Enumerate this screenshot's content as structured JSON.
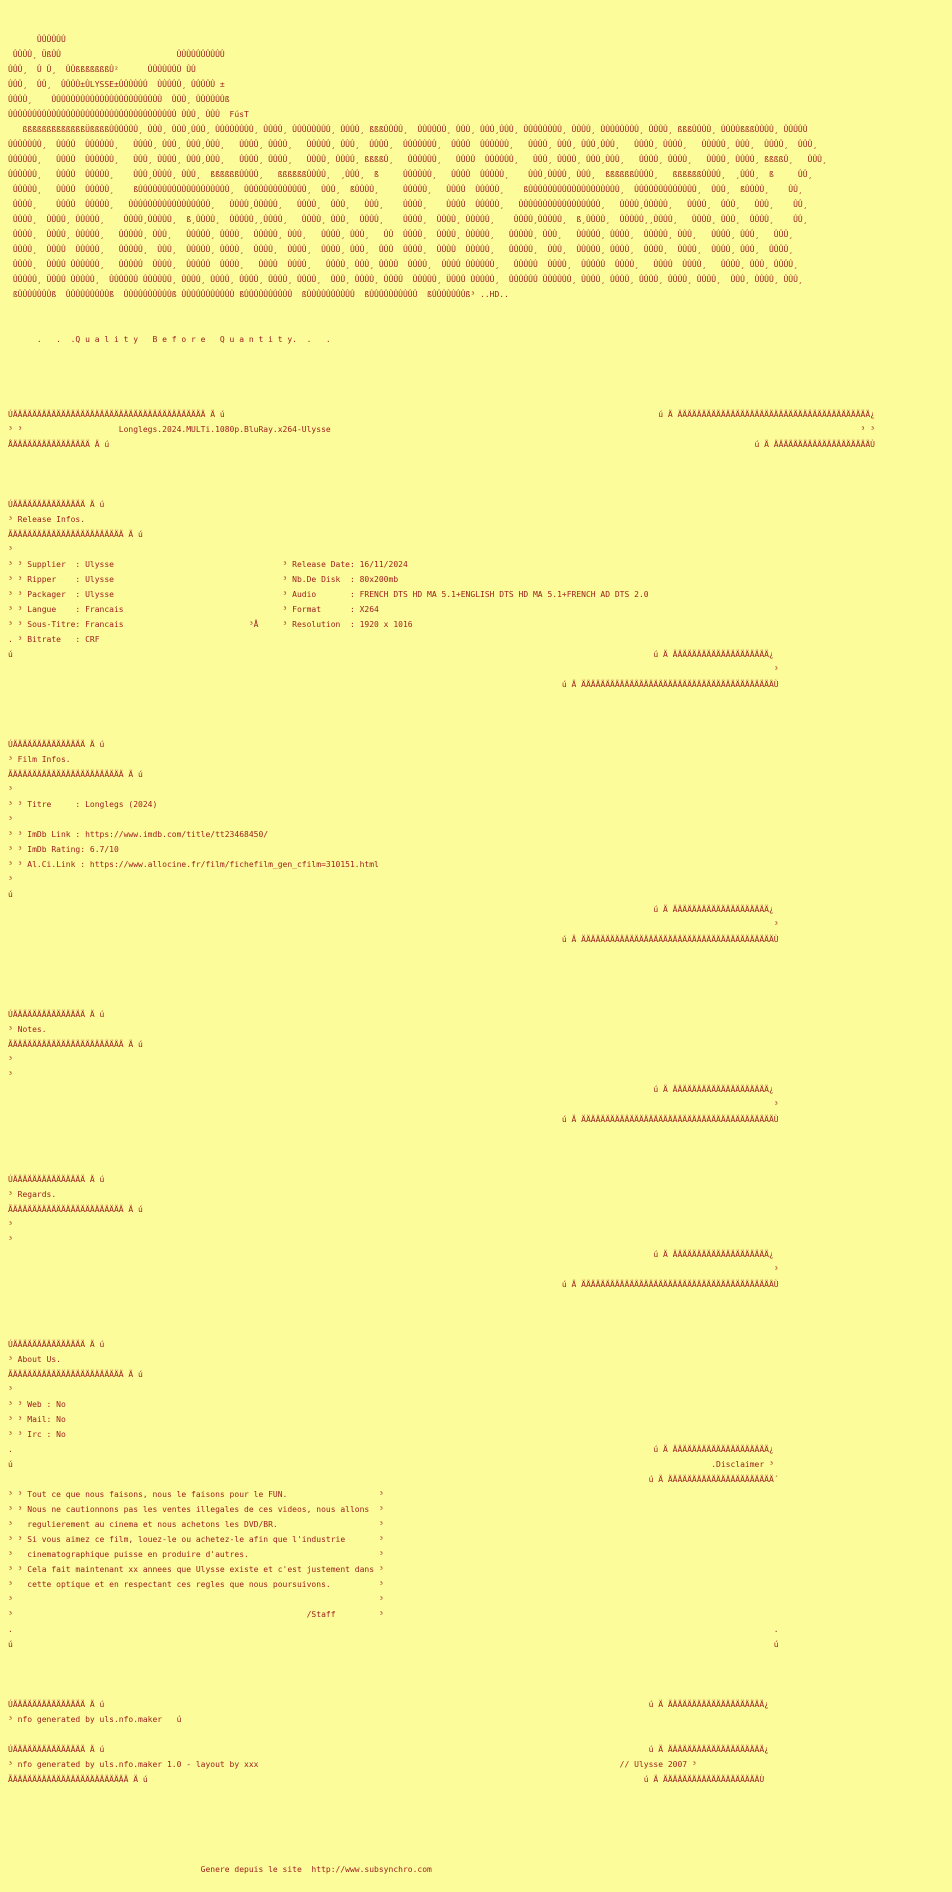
{
  "colors": {
    "background": "#FCFC9B",
    "text": "#9C1B1B"
  },
  "art": {
    "logo_lines": [
      "      ÛÛÛÛÛÛ",
      " ÛÛÛÛ¸ ÜßÛÛ                        ÛÛÛÛÛÛÛÛÛÛ",
      "ÛÛÛ¸  Û Û¸  ÛÛßßßßßßßÛ²      ÛÛÛÛÛÛÛ ÛÛ",
      "ÛÛÛ¸  ÛÛ¸  ÛÛÛÛ±ÛLYSSE±ÛÛÛÛÛÛ  ÛÛÛÛÛ¸ ÛÛÛÛÛ ±",
      "ÛÛÛÛ¸    ÛÛÛÛÛÛÛÛÛÛÛÛÛÛÛÛÛÛÛÛÛÛÛ  ÛÛÛ¸ ÛÛÛÛÛÛß",
      "ÛÛÛÛÛÛÛÛÛÛÛÛÛÛÛÛÛÛÛÛÛÛÛÛÛÛÛÛÛÛÛÛÛÛÛ ÛÛÛ¸ ÛÛÛ  FúsT",
      "   ßßßßßßßßßßßßßÜßßßßÛÛÛÛÛÛ¸ ÛÛÛ¸ ÛÛÛ¸ÛÛÛ¸ ÛÛÛÛÛÛÛÛ¸ ÛÛÛÛ¸ ÛÛÛÛÛÛÛÛ¸ ÛÛÛÛ¸ ßßßÛÛÛÛ¸  ÛÛÛÛÛÛ¸ ÛÛÛ¸ ÛÛÛ¸ÛÛÛ¸ ÛÛÛÛÛÛÛÛ¸ ÛÛÛÛ¸ ÛÛÛÛÛÛÛÛ¸ ÛÛÛÛ¸ ßßßÛÛÛÛ¸ ÛÛÛÛßßßÛÛÛÛ¸ ÛÛÛÛÛ",
      "ÛÛÛÛÛÛÛ¸  ÛÛÛÛ  ÛÛÛÛÛÛ¸   ÛÛÛÛ¸ ÛÛÛ¸ ÛÛÛ¸ÛÛÛ¸   ÛÛÛÛ¸ ÛÛÛÛ¸   ÛÛÛÛÛ¸ ÛÛÛ¸  ÛÛÛÛ¸  ÛÛÛÛÛÛÛ¸  ÛÛÛÛ  ÛÛÛÛÛÛ¸   ÛÛÛÛ¸ ÛÛÛ¸ ÛÛÛ¸ÛÛÛ¸   ÛÛÛÛ¸ ÛÛÛÛ¸   ÛÛÛÛÛ¸ ÛÛÛ¸  ÛÛÛÛ¸  ÛÛÛ¸",
      "ÛÛÛÛÛÛ¸   ÛÛÛÛ  ÛÛÛÛÛÛ¸   ÛÛÛ¸ ÛÛÛÛ¸ ÛÛÛ¸ÛÛÛ¸   ÛÛÛÛ¸ ÛÛÛÛ¸   ÛÛÛÛ¸ ÛÛÛÛ¸ ßßßßÛ¸   ÛÛÛÛÛÛ¸   ÛÛÛÛ  ÛÛÛÛÛÛ¸   ÛÛÛ¸ ÛÛÛÛ¸ ÛÛÛ¸ÛÛÛ¸   ÛÛÛÛ¸ ÛÛÛÛ¸   ÛÛÛÛ¸ ÛÛÛÛ¸ ßßßßÛ¸   ÛÛÛ¸",
      "ÛÛÛÛÛÛ¸   ÛÛÛÛ  ÛÛÛÛÛ¸    ÛÛÛ¸ÛÛÛÛ¸ ÛÛÛ¸  ßßßßßßÛÛÛÛ¸   ßßßßßßÛÛÛÛ¸  ¸ÛÛÛ¸  ß     ÛÛÛÛÛÛ¸   ÛÛÛÛ  ÛÛÛÛÛ¸    ÛÛÛ¸ÛÛÛÛ¸ ÛÛÛ¸  ßßßßßßÛÛÛÛ¸   ßßßßßßÛÛÛÛ¸  ¸ÛÛÛ¸  ß     ÛÛ¸",
      " ÛÛÛÛÛ¸   ÛÛÛÛ  ÛÛÛÛÛ¸    ßÛÛÛÛÛÛÛÛÛÛÛÛÛÛÛÛÛÛÛ¸  ÛÛÛÛÛÛÛÛÛÛÛÛÛ¸  ÛÛÛ¸  ßÛÛÛÛ¸     ÛÛÛÛÛ¸   ÛÛÛÛ  ÛÛÛÛÛ¸    ßÛÛÛÛÛÛÛÛÛÛÛÛÛÛÛÛÛÛÛ¸  ÛÛÛÛÛÛÛÛÛÛÛÛÛ¸  ÛÛÛ¸  ßÛÛÛÛ¸    ÛÛ¸",
      " ÛÛÛÛ¸    ÛÛÛÛ  ÛÛÛÛÛ¸   ÛÛÛÛÛÛÛÛÛÛÛÛÛÛÛÛÛ¸   ÛÛÛÛ¸ÛÛÛÛÛ¸   ÛÛÛÛ¸  ÛÛÛ¸   ÛÛÛ¸    ÛÛÛÛ¸    ÛÛÛÛ  ÛÛÛÛÛ¸   ÛÛÛÛÛÛÛÛÛÛÛÛÛÛÛÛÛ¸   ÛÛÛÛ¸ÛÛÛÛÛ¸   ÛÛÛÛ¸  ÛÛÛ¸   ÛÛÛ¸    ÛÛ¸",
      " ÛÛÛÛ¸  ÛÛÛÛ¸ ÛÛÛÛÛ¸    ÛÛÛÛ¸ÛÛÛÛÛ¸  ß¸ÛÛÛÛ¸  ÛÛÛÛÛ¸¸ÛÛÛÛ¸   ÛÛÛÛ¸ ÛÛÛ¸  ÛÛÛÛ¸    ÛÛÛÛ¸  ÛÛÛÛ¸ ÛÛÛÛÛ¸    ÛÛÛÛ¸ÛÛÛÛÛ¸  ß¸ÛÛÛÛ¸  ÛÛÛÛÛ¸¸ÛÛÛÛ¸   ÛÛÛÛ¸ ÛÛÛ¸  ÛÛÛÛ¸    ÛÛ¸",
      " ÛÛÛÛ¸  ÛÛÛÛ¸ ÛÛÛÛÛ¸   ÛÛÛÛÛ¸ ÛÛÛ¸   ÛÛÛÛÛ¸ ÛÛÛÛ¸  ÛÛÛÛÛ¸ ÛÛÛ¸   ÛÛÛÛ¸ ÛÛÛ¸   ÛÛ  ÛÛÛÛ¸  ÛÛÛÛ¸ ÛÛÛÛÛ¸   ÛÛÛÛÛ¸ ÛÛÛ¸   ÛÛÛÛÛ¸ ÛÛÛÛ¸  ÛÛÛÛÛ¸ ÛÛÛ¸   ÛÛÛÛ¸ ÛÛÛ¸   ÛÛÛ¸",
      " ÛÛÛÛ¸  ÛÛÛÛ  ÛÛÛÛÛ¸   ÛÛÛÛÛ¸  ÛÛÛ¸  ÛÛÛÛÛ¸ ÛÛÛÛ¸  ÛÛÛÛ¸  ÛÛÛÛ¸  ÛÛÛÛ¸ ÛÛÛ¸  ÛÛÛ  ÛÛÛÛ¸  ÛÛÛÛ  ÛÛÛÛÛ¸   ÛÛÛÛÛ¸  ÛÛÛ¸  ÛÛÛÛÛ¸ ÛÛÛÛ¸  ÛÛÛÛ¸  ÛÛÛÛ¸  ÛÛÛÛ¸ ÛÛÛ¸  ÛÛÛÛ¸",
      " ÛÛÛÛ¸  ÛÛÛÛ ÛÛÛÛÛÛ¸   ÛÛÛÛÛ  ÛÛÛÛ¸  ÛÛÛÛÛ  ÛÛÛÛ¸   ÛÛÛÛ  ÛÛÛÛ¸   ÛÛÛÛ¸ ÛÛÛ¸ ÛÛÛÛ  ÛÛÛÛ¸  ÛÛÛÛ ÛÛÛÛÛÛ¸   ÛÛÛÛÛ  ÛÛÛÛ¸  ÛÛÛÛÛ  ÛÛÛÛ¸   ÛÛÛÛ  ÛÛÛÛ¸   ÛÛÛÛ¸ ÛÛÛ¸ ÛÛÛÛ¸",
      " ÛÛÛÛÛ¸ ÜÛÛÛ ÛÛÛÛÛ¸  ÛÛÛÛÛÛ ÛÛÛÛÛÛ¸ ÛÛÛÛ¸ ÛÛÛÛ¸ ÛÛÛÛ¸ ÛÛÛÛ¸ ÛÛÛÛ¸  ÛÛÛ¸ ÛÛÛÛ¸ ÛÛÛÛ  ÛÛÛÛÛ¸ ÜÛÛÛ ÛÛÛÛÛ¸  ÛÛÛÛÛÛ ÛÛÛÛÛÛ¸ ÛÛÛÛ¸ ÛÛÛÛ¸ ÛÛÛÛ¸ ÛÛÛÛ¸ ÛÛÛÛ¸  ÛÛÛ¸ ÛÛÛÛ¸ ÛÛÛ¸",
      " ßÛÛÛÛÛÛÛß  ÛÛÛÛÛÛÛÛÛß  ÛÛÛÛÛÛÛÛÛÛß ÛÛÛÛÛÛÛÛÛÛÛ ßÛÛÛÛÛÛÛÛÛÛ  ßÛÛÛÛÛÛÛÛÛÛ  ßÛÛÛÛÛÛÛÛÛÛ  ßÛÛÛÛÛÛÛß³ ..HD.."
    ],
    "tagline_lines": [
      "      .   .  .Q u a l i t y   B e f o r e   Q u a n t i t y.  .   ."
    ]
  },
  "release_name_box": {
    "release_name": "Longlegs.2024.MULTi.1080p.BluRay.x264-Ulysse",
    "lines": [
      "",
      "",
      "ÚÄÄÄÄÄÄÄÄÄÄÄÄÄÄÄÄÄÄÄÄÄÄÄÄÄÄÄÄÄÄÄÄÄÄÄÄÄÄÄÄ Ä ú                                                                                          ú Ä ÄÄÄÄÄÄÄÄÄÄÄÄÄÄÄÄÄÄÄÄÄÄÄÄÄÄÄÄÄÄÄÄÄÄÄÄÄÄÄÄ¿",
      "³ ³                    Longlegs.2024.MULTi.1080p.BluRay.x264-Ulysse                                                                                                              ³ ³",
      "ÅÄÄÄÄÄÄÄÄÄÄÄÄÄÄÄÄ Ä ú                                                                                                                                      ú Ä ÄÄÄÄÄÄÄÄÄÄÄÄÄÄÄÄÄÄÄÄÙ"
    ]
  },
  "release_infos": {
    "section_title": "Release Infos.",
    "lines": [
      "",
      "ÚÄÄÄÄÄÄÄÄÄÄÄÄÄÄÄ Ä ú",
      "³ Release Infos.",
      "ÃÄÄÄÄÄÄÄÄÄÄÄÄÄÄÄÄÄÄÄÄÄÄÄ Ä ú",
      "³",
      "³ ³ Supplier  : Ulysse                                   ³ Release Date: 16/11/2024",
      "³ ³ Ripper    : Ulysse                                   ³ Nb.De Disk  : 80x200mb",
      "³ ³ Packager  : Ulysse                                   ³ Audio       : FRENCH DTS HD MA 5.1+ENGLISH DTS HD MA 5.1+FRENCH AD DTS 2.0",
      "³ ³ Langue    : Francais                                 ³ Format      : X264",
      "³ ³ Sous-Titre: Francais                          ³Å     ³ Resolution  : 1920 x 1016",
      ". ³ Bitrate   : CRF",
      "ú                                                                                                                                     ú Ä ÄÄÄÄÄÄÄÄÄÄÄÄÄÄÄÄÄÄÄÄ¿",
      "                                                                                                                                                               ³",
      "                                                                                                                   ú Ä ÄÄÄÄÄÄÄÄÄÄÄÄÄÄÄÄÄÄÄÄÄÄÄÄÄÄÄÄÄÄÄÄÄÄÄÄÄÄÄÄÙ"
    ]
  },
  "film_infos": {
    "section_title": "Film Infos.",
    "lines": [
      "",
      "ÚÄÄÄÄÄÄÄÄÄÄÄÄÄÄÄ Ä ú",
      "³ Film Infos.",
      "ÃÄÄÄÄÄÄÄÄÄÄÄÄÄÄÄÄÄÄÄÄÄÄÄ Ä ú",
      "³",
      "³ ³ Titre     : Longlegs (2024)",
      "³",
      "³ ³ ImDb Link : https://www.imdb.com/title/tt23468450/",
      "³ ³ ImDb Rating: 6.7/10",
      "³ ³ Al.Ci.Link : https://www.allocine.fr/film/fichefilm_gen_cfilm=310151.html",
      "³",
      "ú",
      "                                                                                                                                      ú Ä ÄÄÄÄÄÄÄÄÄÄÄÄÄÄÄÄÄÄÄÄ¿",
      "                                                                                                                                                               ³",
      "                                                                                                                   ú Ä ÄÄÄÄÄÄÄÄÄÄÄÄÄÄÄÄÄÄÄÄÄÄÄÄÄÄÄÄÄÄÄÄÄÄÄÄÄÄÄÄÙ"
    ]
  },
  "notes": {
    "section_title": "Notes.",
    "lines": [
      "",
      "",
      "ÚÄÄÄÄÄÄÄÄÄÄÄÄÄÄÄ Ä ú",
      "³ Notes.",
      "ÃÄÄÄÄÄÄÄÄÄÄÄÄÄÄÄÄÄÄÄÄÄÄÄ Ä ú",
      "³",
      "³",
      "                                                                                                                                      ú Ä ÄÄÄÄÄÄÄÄÄÄÄÄÄÄÄÄÄÄÄÄ¿",
      "                                                                                                                                                               ³",
      "                                                                                                                   ú Ä ÄÄÄÄÄÄÄÄÄÄÄÄÄÄÄÄÄÄÄÄÄÄÄÄÄÄÄÄÄÄÄÄÄÄÄÄÄÄÄÄÙ"
    ]
  },
  "regards": {
    "section_title": "Regards.",
    "lines": [
      "",
      "ÚÄÄÄÄÄÄÄÄÄÄÄÄÄÄÄ Ä ú",
      "³ Regards.",
      "ÃÄÄÄÄÄÄÄÄÄÄÄÄÄÄÄÄÄÄÄÄÄÄÄ Ä ú",
      "³",
      "³",
      "                                                                                                                                      ú Ä ÄÄÄÄÄÄÄÄÄÄÄÄÄÄÄÄÄÄÄÄ¿",
      "                                                                                                                                                               ³",
      "                                                                                                                   ú Ä ÄÄÄÄÄÄÄÄÄÄÄÄÄÄÄÄÄÄÄÄÄÄÄÄÄÄÄÄÄÄÄÄÄÄÄÄÄÄÄÄÙ"
    ]
  },
  "about_us": {
    "section_title": "About Us.",
    "disclaimer_title": ".Disclaimer",
    "lines": [
      "",
      "ÚÄÄÄÄÄÄÄÄÄÄÄÄÄÄÄ Ä ú",
      "³ About Us.",
      "ÃÄÄÄÄÄÄÄÄÄÄÄÄÄÄÄÄÄÄÄÄÄÄÄ Ä ú",
      "³",
      "³ ³ Web : No",
      "³ ³ Mail: No",
      "³ ³ Irc : No",
      ".                                                                                                                                     ú Ä ÄÄÄÄÄÄÄÄÄÄÄÄÄÄÄÄÄÄÄÄ¿",
      "ú                                                                                                                                                 .Disclaimer ³",
      "                                                                                                                                     ú Ä ÄÄÄÄÄÄÄÄÄÄÄÄÄÄÄÄÄÄÄÄÄÄ´",
      "³ ³ Tout ce que nous faisons, nous le faisons pour le FUN.                   ³",
      "³ ³ Nous ne cautionnons pas les ventes illegales de ces videos, nous allons  ³",
      "³   regulierement au cinema et nous achetons les DVD/BR.                     ³",
      "³ ³ Si vous aimez ce film, louez-le ou achetez-le afin que l'industrie       ³",
      "³   cinematographique puisse en produire d'autres.                           ³",
      "³ ³ Cela fait maintenant xx annees que Ulysse existe et c'est justement dans ³",
      "³   cette optique et en respectant ces regles que nous poursuivons.          ³",
      "³                                                                            ³",
      "³                                                             /Staff         ³",
      ".                                                                                                                                                              .",
      "ú                                                                                                                                                              ú"
    ]
  },
  "nfo_maker": {
    "lines": [
      "",
      "ÚÄÄÄÄÄÄÄÄÄÄÄÄÄÄÄ Ä ú                                                                                                                 ú Ä ÄÄÄÄÄÄÄÄÄÄÄÄÄÄÄÄÄÄÄÄ¿",
      "³ nfo generated by uls.nfo.maker   ú",
      "",
      "ÚÄÄÄÄÄÄÄÄÄÄÄÄÄÄÄ Ä ú                                                                                                                 ú Ä ÄÄÄÄÄÄÄÄÄÄÄÄÄÄÄÄÄÄÄÄ¿",
      "³ nfo generated by uls.nfo.maker 1.0 - layout by xxx                                                                           // Ulysse 2007 ³",
      "ÃÄÄÄÄÄÄÄÄÄÄÄÄÄÄÄÄÄÄÄÄÄÄÄÄ Ä ú                                                                                                       ú Ä ÄÄÄÄÄÄÄÄÄÄÄÄÄÄÄÄÄÄÄÄÙ"
    ]
  },
  "footer": {
    "spacer_lines": [
      "",
      ""
    ],
    "line": "                                        Genere depuis le site  http://www.subsynchro.com",
    "site_url": "http://www.subsynchro.com"
  },
  "summary": {
    "release_name": "Longlegs.2024.MULTi.1080p.BluRay.x264-Ulysse",
    "tagline": ".Quality Before Quantity.",
    "supplier": "Ulysse",
    "ripper": "Ulysse",
    "packager": "Ulysse",
    "langue": "Francais",
    "sous_titre": "Francais",
    "bitrate": "CRF",
    "release_date": "16/11/2024",
    "nb_de_disk": "80x200mb",
    "audio": "FRENCH DTS HD MA 5.1+ENGLISH DTS HD MA 5.1+FRENCH AD DTS 2.0",
    "format": "X264",
    "resolution": "1920 x 1016",
    "titre": "Longlegs (2024)",
    "imdb_link": "https://www.imdb.com/title/tt23468450/",
    "imdb_rating": "6.7/10",
    "allocine_link": "https://www.allocine.fr/film/fichefilm_gen_cfilm=310151.html",
    "web": "No",
    "mail": "No",
    "irc": "No",
    "staff_signature": "/Staff",
    "generator_note_1": "nfo generated by uls.nfo.maker",
    "generator_note_2": "nfo generated by uls.nfo.maker 1.0 - layout by xxx",
    "layout_credit": "// Ulysse 2007",
    "footer_text": "Genere depuis le site  http://www.subsynchro.com"
  }
}
